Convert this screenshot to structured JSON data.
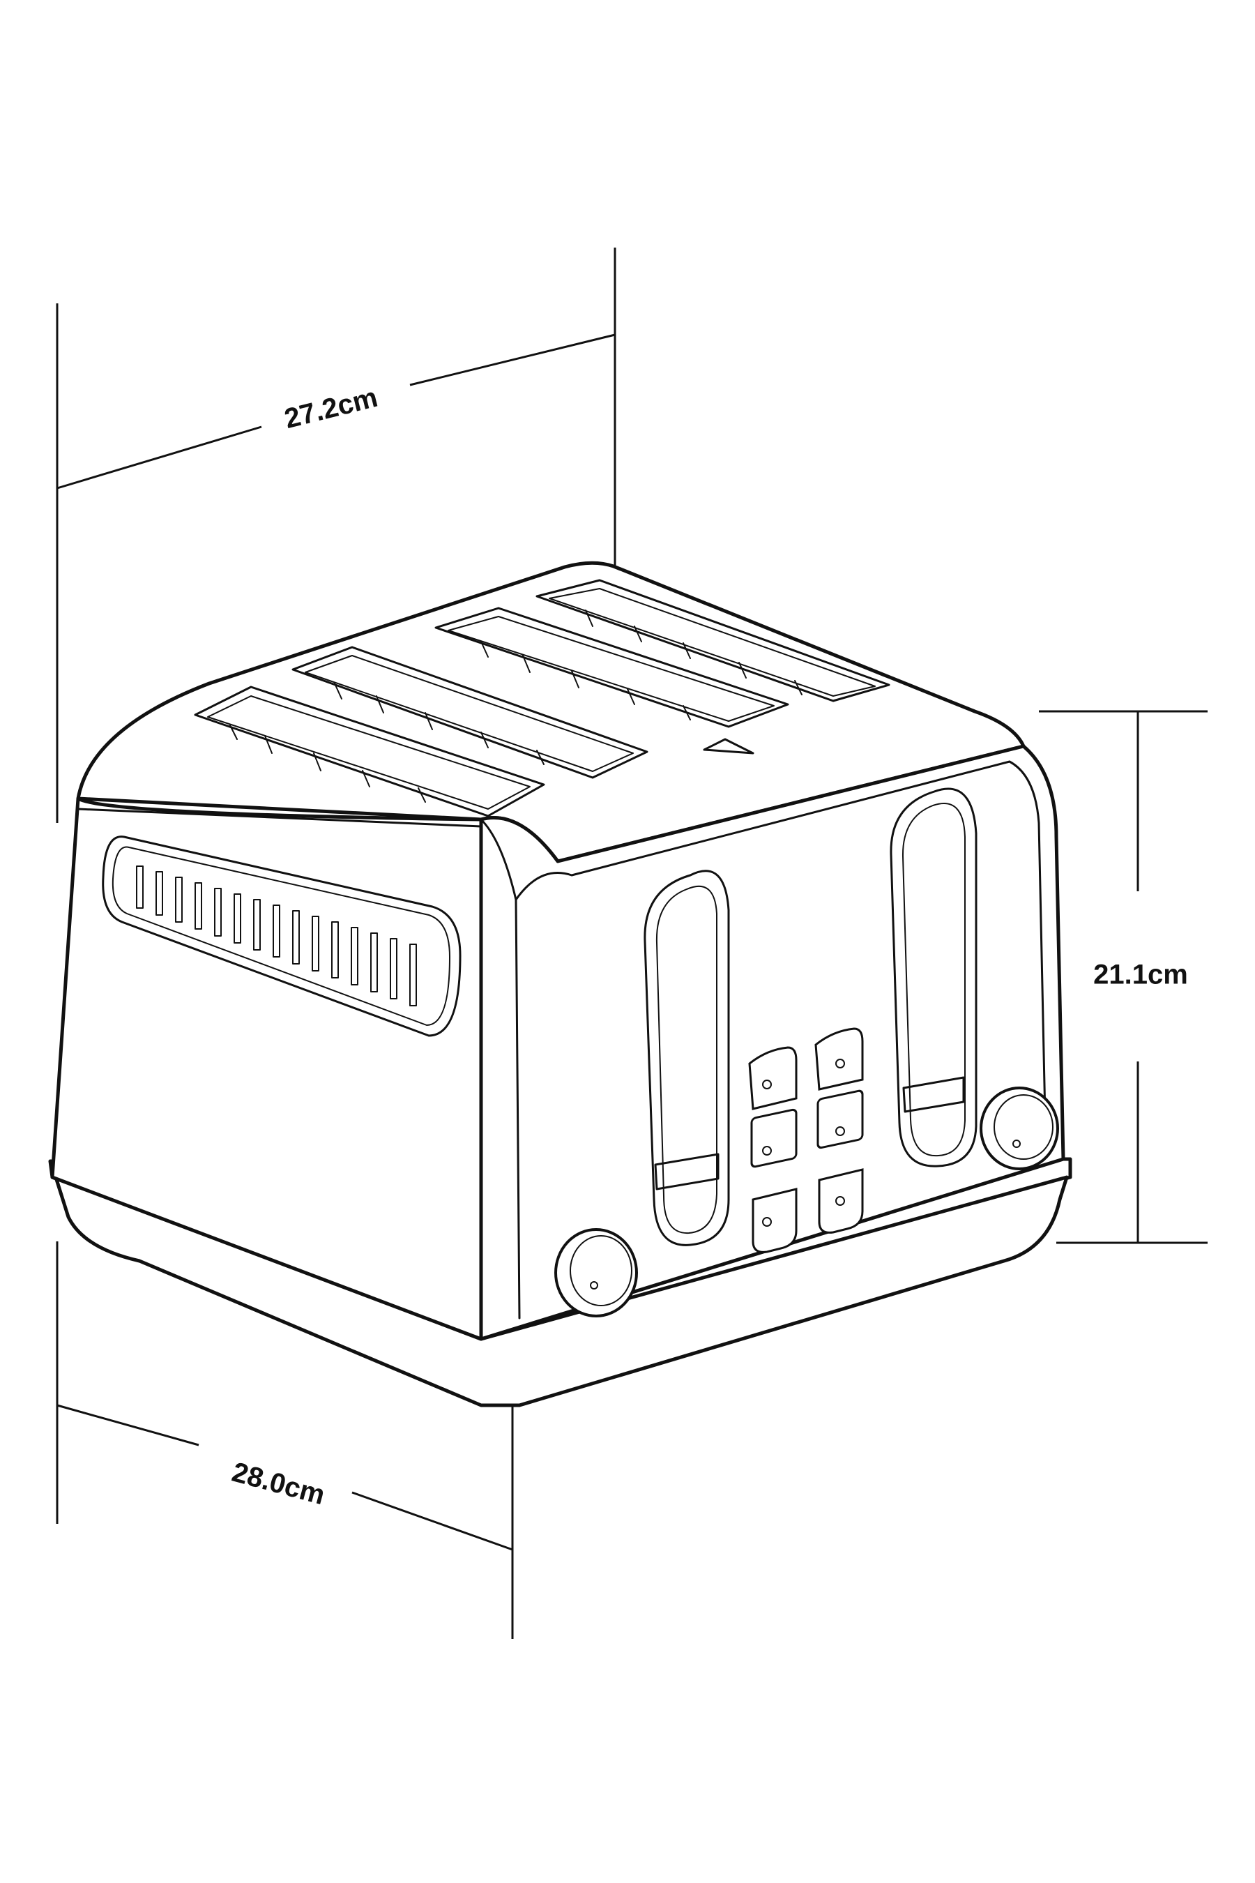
{
  "dimensions": {
    "depth": "27.2cm",
    "height": "21.1cm",
    "width": "28.0cm"
  },
  "colors": {
    "line": "#111111",
    "background": "#ffffff"
  }
}
